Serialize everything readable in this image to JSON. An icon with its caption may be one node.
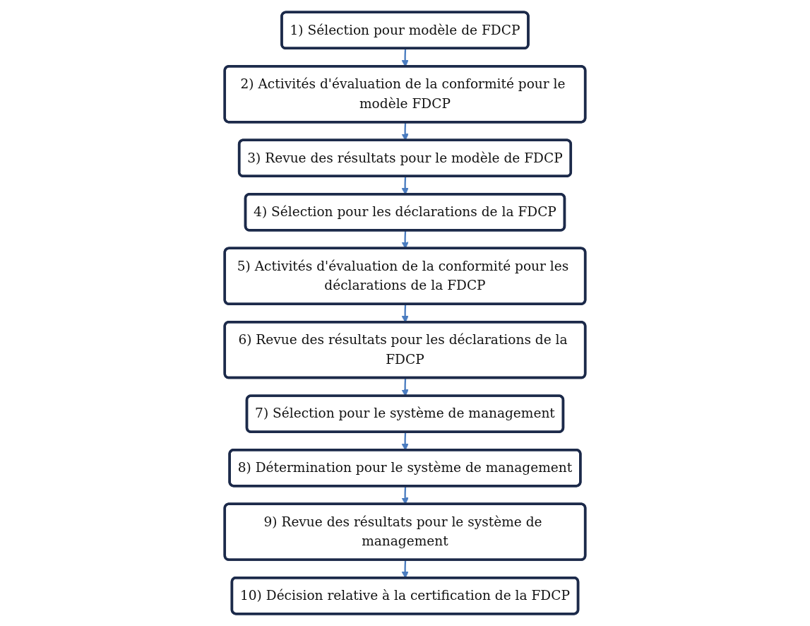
{
  "diagram": {
    "nodes": [
      {
        "text": [
          "1) Sélection pour modèle de FDCP"
        ]
      },
      {
        "text": [
          "2) Activités d'évaluation de la conformité pour le modèle FDCP"
        ]
      },
      {
        "text": [
          "3) Revue des résultats pour le modèle de FDCP"
        ]
      },
      {
        "text": [
          "4) Sélection pour les déclarations de la FDCP"
        ]
      },
      {
        "text": [
          "5) Activités d'évaluation de la conformité pour les déclarations de la FDCP"
        ]
      },
      {
        "text": [
          "6) Revue des résultats pour les déclarations de la FDCP"
        ]
      },
      {
        "text": [
          "7) Sélection pour le système de management"
        ]
      },
      {
        "text": [
          "8) Détermination pour le système de management"
        ]
      },
      {
        "text": [
          "9) Revue des résultats pour le système de management"
        ]
      },
      {
        "text": [
          "10) Décision relative à la certification de la FDCP"
        ]
      }
    ],
    "edges": [
      {
        "from": 0,
        "to": 1,
        "arrow": "to"
      },
      {
        "from": 1,
        "to": 2,
        "arrow": "to"
      },
      {
        "from": 2,
        "to": 3,
        "arrow": "to"
      },
      {
        "from": 3,
        "to": 4,
        "arrow": "to"
      },
      {
        "from": 4,
        "to": 5,
        "arrow": "to"
      },
      {
        "from": 5,
        "to": 6,
        "arrow": "to"
      },
      {
        "from": 6,
        "to": 7,
        "arrow": "to"
      },
      {
        "from": 7,
        "to": 8,
        "arrow": "to"
      },
      {
        "from": 8,
        "to": 9,
        "arrow": "to"
      }
    ]
  }
}
